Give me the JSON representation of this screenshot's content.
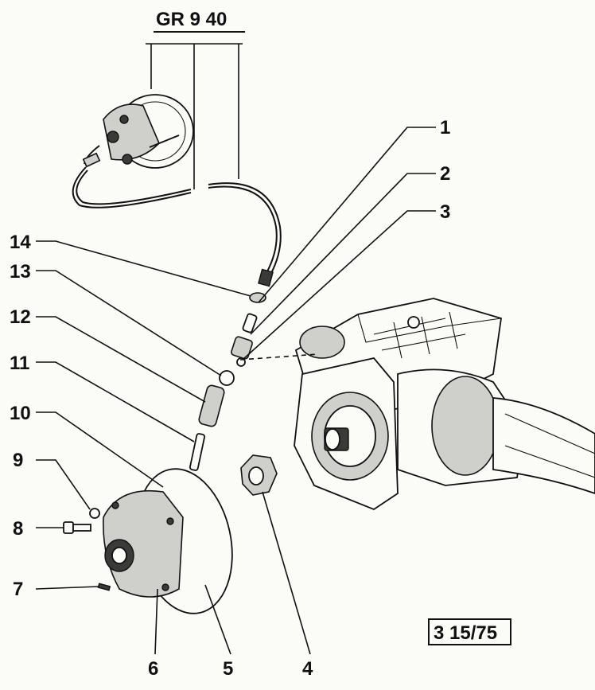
{
  "group_ref": "GR 9 40",
  "figure_ref": "3 15/75",
  "callouts": [
    "1",
    "2",
    "3",
    "4",
    "5",
    "6",
    "7",
    "8",
    "9",
    "10",
    "11",
    "12",
    "13",
    "14"
  ]
}
